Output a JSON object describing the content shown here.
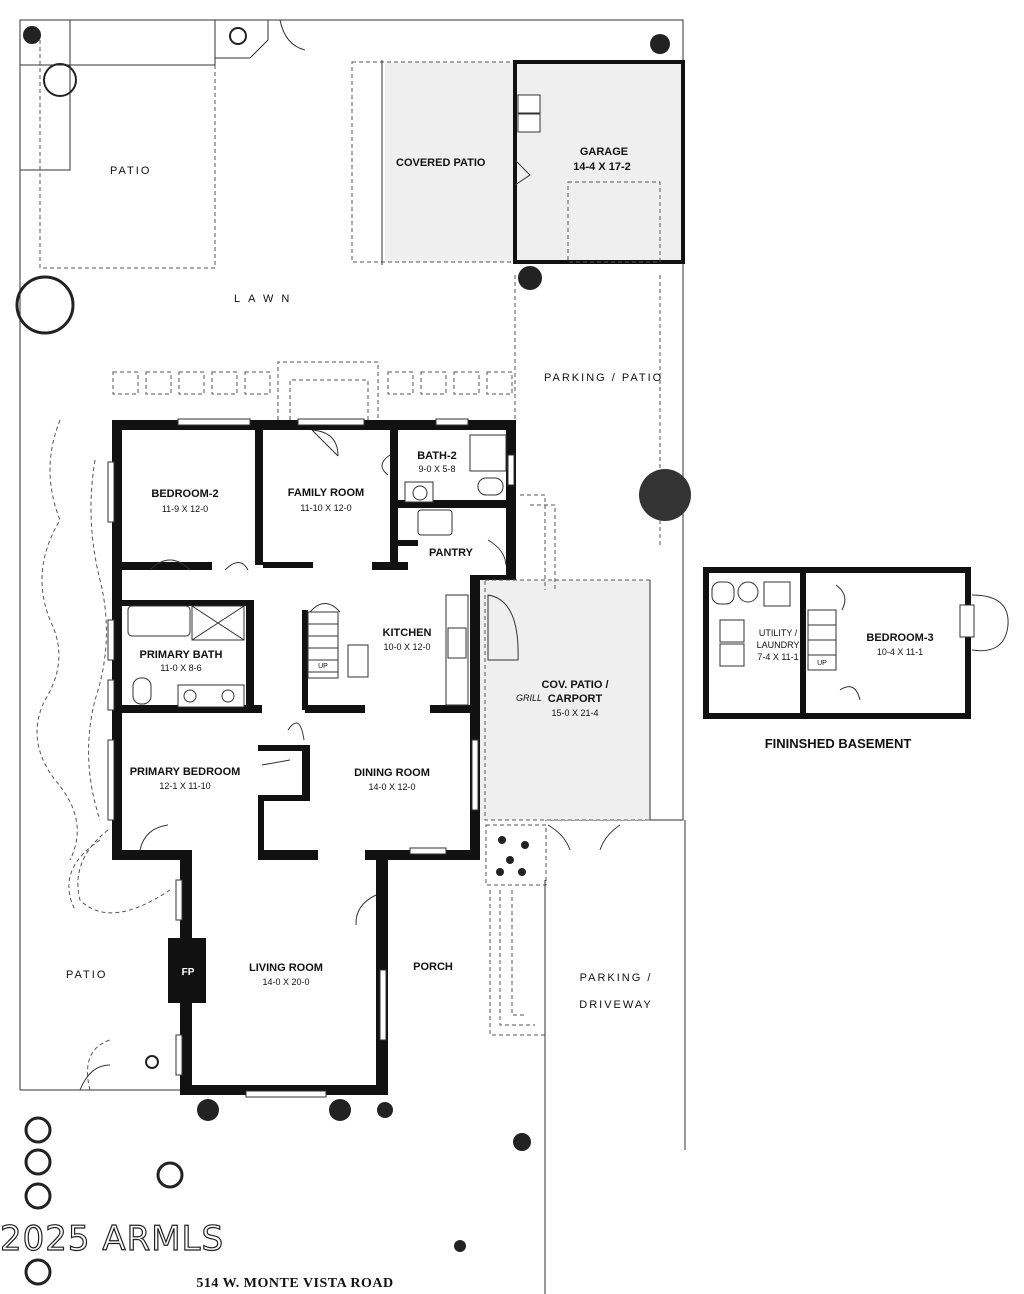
{
  "rooms": {
    "patio_top": {
      "name": "PATIO"
    },
    "lawn": {
      "name": "LAWN"
    },
    "covered_patio": {
      "name": "COVERED PATIO"
    },
    "garage": {
      "name": "GARAGE",
      "size": "14-4 X 17-2"
    },
    "parking_patio": {
      "name": "PARKING / PATIO"
    },
    "bedroom2": {
      "name": "BEDROOM-2",
      "size": "11-9 X 12-0"
    },
    "family_room": {
      "name": "FAMILY ROOM",
      "size": "11-10 X 12-0"
    },
    "bath2": {
      "name": "BATH-2",
      "size": "9-0 X 5-8"
    },
    "pantry": {
      "name": "PANTRY"
    },
    "kitchen": {
      "name": "KITCHEN",
      "size": "10-0 X 12-0"
    },
    "primary_bath": {
      "name": "PRIMARY BATH",
      "size": "11-0 X 8-6"
    },
    "cov_patio_carport": {
      "name": "COV. PATIO /",
      "name2": "CARPORT",
      "size": "15-0 X 21-4"
    },
    "grill": {
      "name": "GRILL"
    },
    "primary_bedroom": {
      "name": "PRIMARY BEDROOM",
      "size": "12-1 X 11-10"
    },
    "dining_room": {
      "name": "DINING ROOM",
      "size": "14-0 X 12-0"
    },
    "living_room": {
      "name": "LIVING ROOM",
      "size": "14-0 X 20-0"
    },
    "fireplace": {
      "name": "FP"
    },
    "porch": {
      "name": "PORCH"
    },
    "patio_side": {
      "name": "PATIO"
    },
    "parking_driveway": {
      "name": "PARKING /",
      "name2": "DRIVEWAY"
    },
    "utility_laundry": {
      "name": "UTILITY /",
      "name2": "LAUNDRY",
      "size": "7-4 X 11-1"
    },
    "bedroom3": {
      "name": "BEDROOM-3",
      "size": "10-4 X 11-1"
    }
  },
  "stair_labels": {
    "main": "UP",
    "basement": "UP"
  },
  "basement_caption": "FININSHED BASEMENT",
  "address": "514 W. MONTE VISTA ROAD",
  "watermark": "2025 ARMLS"
}
